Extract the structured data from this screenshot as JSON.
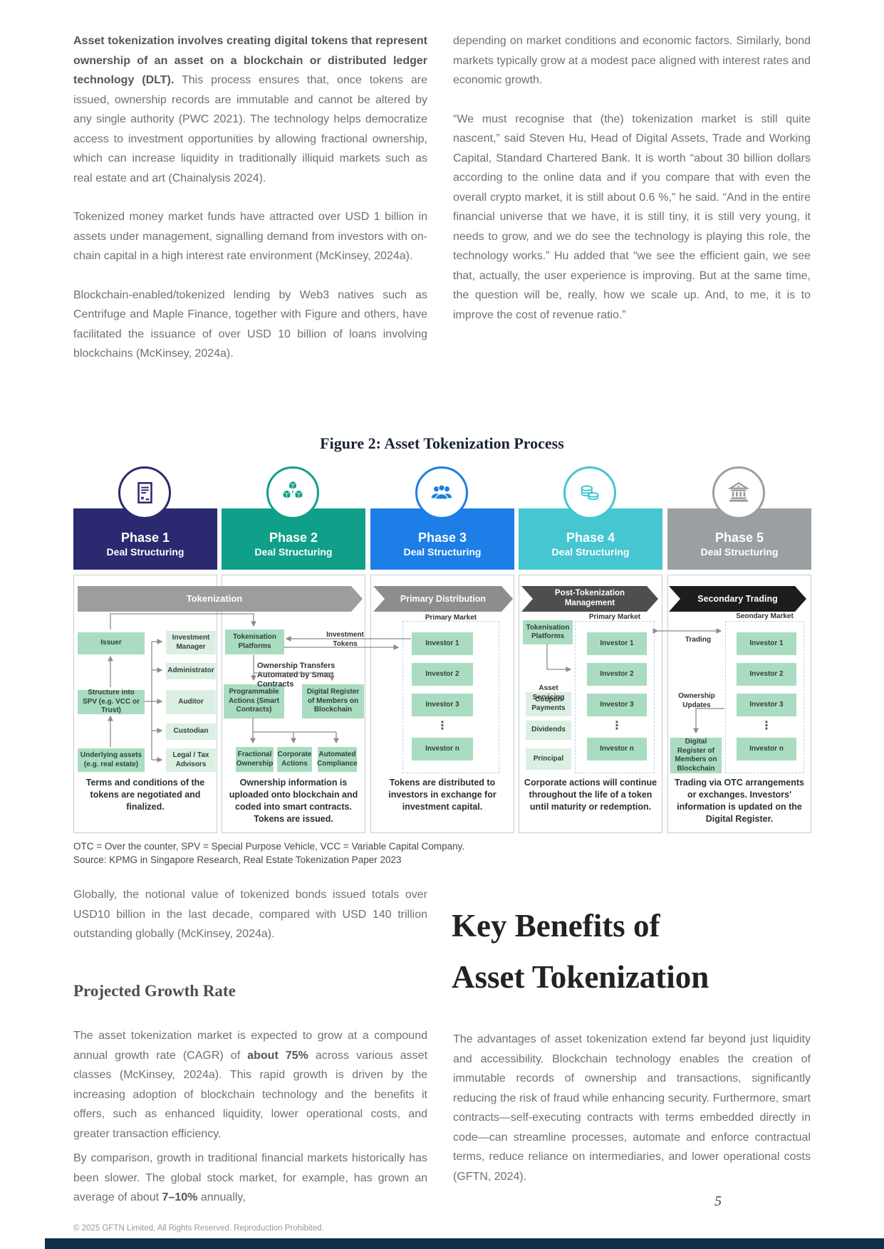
{
  "page": {
    "number": "5",
    "copyright": "© 2025 GFTN Limited, All Rights Reserved. Reproduction Prohibited.",
    "accent_colors": {
      "phase1_navy": "#2b2970",
      "phase2_teal": "#10a089",
      "phase3_blue": "#1c7ee6",
      "phase4_cyan": "#45c6d0",
      "phase5_gray": "#9aa0a2",
      "node_green": "#a9dcc1",
      "node_light_green": "#dcefe3",
      "bottom_bar": "#0f3049"
    }
  },
  "intro_left": {
    "p1_bold": "Asset tokenization involves creating digital tokens that represent ownership of an asset on a blockchain or distributed ledger technology (DLT).",
    "p1_rest": " This process ensures that, once tokens are issued, ownership records are immutable and cannot be altered by any single authority (PWC 2021). The technology helps democratize access to investment opportunities by allowing fractional ownership, which can increase liquidity in traditionally illiquid markets such as real estate and art (Chainalysis 2024).",
    "p2": "Tokenized money market funds have attracted over USD 1 billion in assets under management, signalling demand from investors with on-chain capital in a high interest rate environment (McKinsey, 2024a).",
    "p3": "Blockchain-enabled/tokenized lending by Web3 natives such as Centrifuge and Maple Finance, together with Figure and others, have facilitated the issuance of over USD 10 billion of loans involving blockchains (McKinsey, 2024a)."
  },
  "intro_right": {
    "p1": "depending on market conditions and economic factors. Similarly, bond markets typically grow at a modest pace aligned with interest rates and economic growth.",
    "p2": "“We must recognise that (the) tokenization market is still quite nascent,” said Steven Hu, Head of Digital Assets, Trade and Working Capital, Standard Chartered Bank. It is worth “about 30 billion dollars according to the online data and if you compare that with even the overall crypto market, it is still about 0.6 %,” he said. “And in the entire financial universe that we have, it is still tiny, it is still very young,  it needs to grow, and we do see the technology is playing this role, the technology works.” Hu added that “we see the efficient gain, we see that, actually, the user experience is improving. But at the same time, the question will be, really, how we scale up. And, to me, it is to improve the cost of revenue ratio.”"
  },
  "figure": {
    "title": "Figure 2: Asset Tokenization Process",
    "footnote_abbrev": "OTC = Over the counter, SPV = Special Purpose Vehicle, VCC = Variable Capital Company.",
    "footnote_source": "Source: KPMG in Singapore Research, Real Estate Tokenization Paper 2023",
    "ellipsis": "⋮",
    "bands": {
      "tokenization": "Tokenization",
      "primary_distribution": "Primary Distribution",
      "post_tokenization": "Post-Tokenization Management",
      "secondary_trading": "Secondary Trading"
    },
    "phases": [
      {
        "label": "Phase 1",
        "sub": "Deal Structuring",
        "icon": "contract-icon",
        "color": "#2b2970",
        "caption": "Terms and conditions of the tokens are negotiated and finalized."
      },
      {
        "label": "Phase 2",
        "sub": "Deal Structuring",
        "icon": "cubes-icon",
        "color": "#10a089",
        "caption": "Ownership information is uploaded onto blockchain and coded into smart contracts. Tokens are issued."
      },
      {
        "label": "Phase 3",
        "sub": "Deal Structuring",
        "icon": "people-icon",
        "color": "#1c7ee6",
        "caption": "Tokens are distributed to investors in exchange for investment capital."
      },
      {
        "label": "Phase 4",
        "sub": "Deal Structuring",
        "icon": "coins-icon",
        "color": "#45c6d0",
        "caption": "Corporate actions will continue throughout the life of a token until maturity or redemption."
      },
      {
        "label": "Phase 5",
        "sub": "Deal Structuring",
        "icon": "bank-icon",
        "color": "#9aa0a2",
        "caption": "Trading via OTC arrangements or exchanges. Investors' information is updated on the Digital Register."
      }
    ],
    "p1_nodes": {
      "issuer": "Issuer",
      "spv": "Structure into SPV (e.g. VCC or Trust)",
      "assets": "Underlying assets (e.g. real estate)",
      "inv_mgr": "Investment Manager",
      "admin": "Administrator",
      "auditor": "Auditor",
      "custodian": "Custodian",
      "legal": "Legal / Tax Advisors"
    },
    "p2_nodes": {
      "platforms": "Tokenisation Platforms",
      "investment_tokens": "Investment Tokens",
      "ownership_transfers": "Ownership Transfers Automated by Smart Contracts",
      "programmable": "Programmable Actions (Smart Contracts)",
      "register": "Digital Register of Members on Blockchain",
      "fractional": "Fractional Ownership",
      "corporate": "Corporate Actions",
      "compliance": "Automated Compliance"
    },
    "p3": {
      "market": "Primary Market",
      "investors": [
        "Investor 1",
        "Investor 2",
        "Investor 3",
        "Investor n"
      ]
    },
    "p4": {
      "market": "Primary Market",
      "platforms": "Tokenisation Platforms",
      "asset_servicing": "Asset Servicing",
      "servicing": [
        "Coupon Payments",
        "Dividends",
        "Principal"
      ],
      "investors": [
        "Investor 1",
        "Investor 2",
        "Investor 3",
        "Investor n"
      ]
    },
    "p5": {
      "market": "Seondary  Market",
      "trading": "Trading",
      "ownership_updates": "Ownership Updates",
      "register": "Digital Register of Members on Blockchain",
      "investors": [
        "Investor 1",
        "Investor 2",
        "Investor 3",
        "Investor n"
      ]
    }
  },
  "lower_left": {
    "p1": "Globally, the notional value of tokenized bonds issued totals over USD10 billion in the last decade, compared with USD 140 trillion outstanding globally (McKinsey, 2024a).",
    "heading": "Projected Growth Rate",
    "p2_a": "The asset tokenization market is expected to grow at a compound annual growth rate (CAGR) of ",
    "p2_bold": "about 75%",
    "p2_b": " across various asset classes (McKinsey, 2024a). This rapid growth is driven by the increasing adoption of blockchain technology and the benefits it offers, such as enhanced liquidity, lower operational costs, and greater transaction efficiency.",
    "p3_a": "By comparison, growth in traditional financial markets historically has been slower. The global stock market, for example, has grown an average of about ",
    "p3_bold": "7–10%",
    "p3_b": " annually,"
  },
  "lower_right": {
    "heading_line1": "Key Benefits of",
    "heading_line2": "Asset Tokenization",
    "p1": "The advantages of asset tokenization extend far beyond just liquidity and accessibility. Blockchain technology enables the creation of immutable records of ownership and transactions, significantly reducing the risk of fraud while enhancing security. Furthermore, smart contracts—self-executing contracts with terms embedded directly in code—can streamline processes, automate and enforce contractual terms, reduce reliance on intermediaries, and lower operational costs (GFTN, 2024)."
  }
}
